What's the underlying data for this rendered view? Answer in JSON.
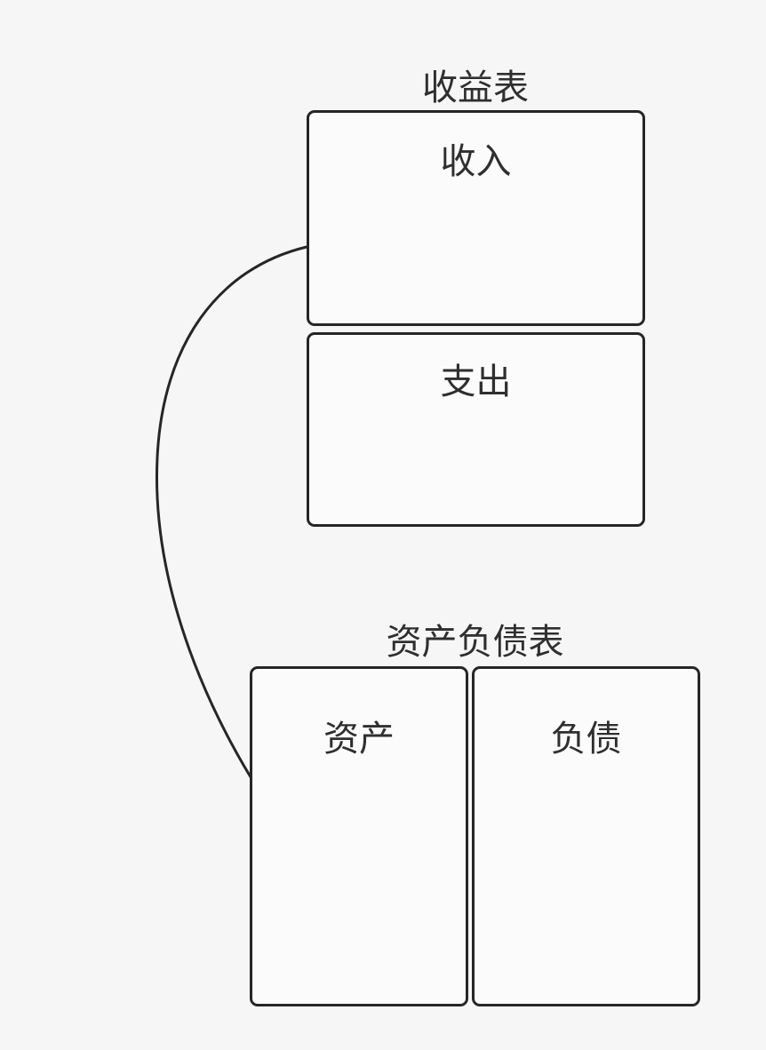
{
  "income_statement": {
    "title": "收益表",
    "income_label": "收入",
    "expense_label": "支出"
  },
  "balance_sheet": {
    "title": "资产负债表",
    "assets_label": "资产",
    "liabilities_label": "负债"
  },
  "colors": {
    "background": "#f6f6f7",
    "box_fill": "#fbfbfc",
    "stroke": "#262626",
    "text": "#2f2f2f"
  }
}
